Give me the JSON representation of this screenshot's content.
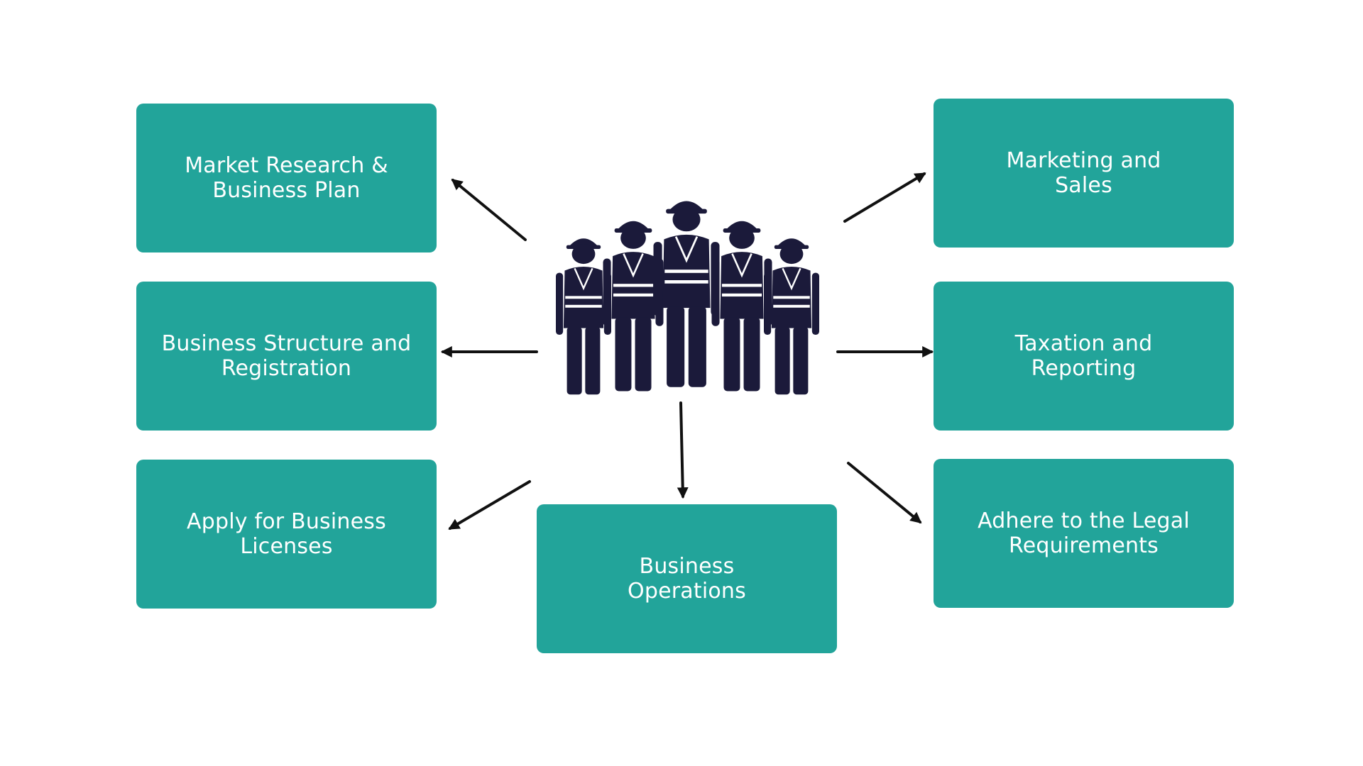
{
  "colors": {
    "box_fill": "#22a49a",
    "box_text": "#ffffff",
    "arrow": "#111111",
    "icon": "#1b1a3a"
  },
  "center_icon": "construction-workers-group-icon",
  "boxes": {
    "market_research": "Market Research &\nBusiness Plan",
    "business_structure": "Business Structure and\nRegistration",
    "apply_licenses": "Apply for Business\nLicenses",
    "business_operations": "Business\nOperations",
    "marketing_sales": "Marketing and\nSales",
    "taxation_reporting": "Taxation and\nReporting",
    "legal_requirements": "Adhere to the Legal\nRequirements"
  }
}
